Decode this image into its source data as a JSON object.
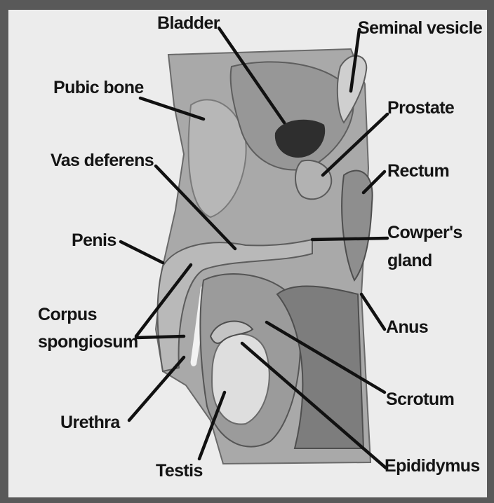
{
  "labels": {
    "bladder": "Bladder",
    "seminal_vesicle": "Seminal vesicle",
    "pubic_bone": "Pubic bone",
    "prostate": "Prostate",
    "vas_deferens": "Vas deferens",
    "rectum": "Rectum",
    "penis": "Penis",
    "cowpers_gland_line1": "Cowper's",
    "cowpers_gland_line2": "gland",
    "corpus_spongiosum_line1": "Corpus",
    "corpus_spongiosum_line2": "spongiosum",
    "anus": "Anus",
    "scrotum": "Scrotum",
    "urethra": "Urethra",
    "testis": "Testis",
    "epididymus": "Epididymus"
  },
  "colors": {
    "background": "#ececec",
    "tissue": "#9a9a9a",
    "label": "#141414"
  }
}
